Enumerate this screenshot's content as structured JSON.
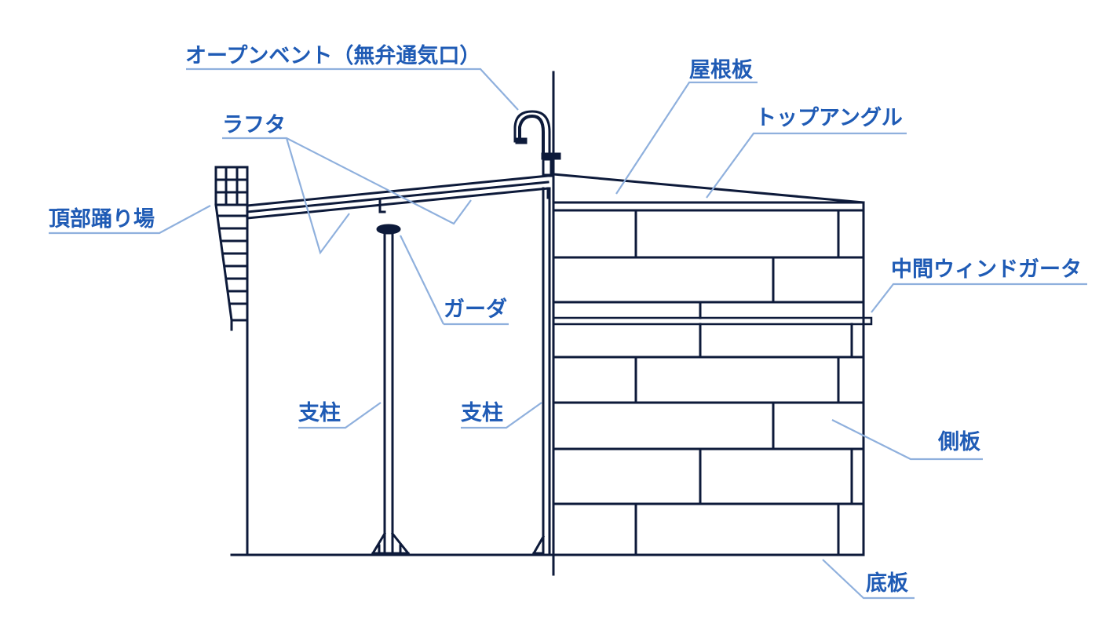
{
  "colors": {
    "structure": "#0d1a3a",
    "leader": "#8fb0dd",
    "label": "#1f5bb5",
    "background": "#ffffff"
  },
  "labels": {
    "open_vent": "オープンベント（無弁通気口）",
    "roof_plate": "屋根板",
    "top_angle": "トップアングル",
    "rafter": "ラフタ",
    "top_platform": "頂部踊り場",
    "girder": "ガーダ",
    "wind_girder": "中間ウィンドガータ",
    "column_inner": "支柱",
    "column_outer": "支柱",
    "shell_plate": "側板",
    "bottom_plate": "底板"
  }
}
